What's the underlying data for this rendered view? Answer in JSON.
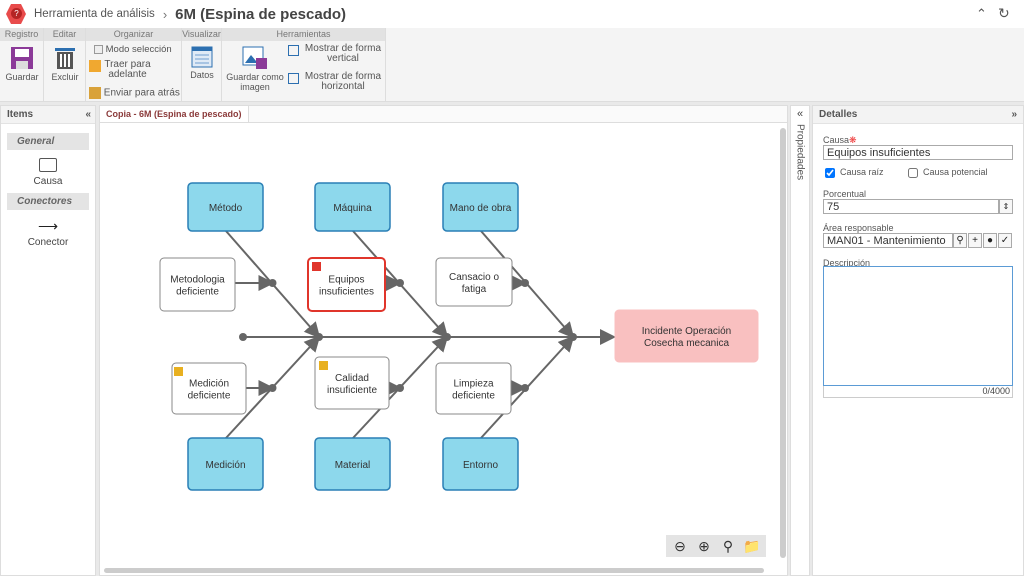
{
  "header": {
    "breadcrumb_parent": "Herramienta de análisis",
    "separator": "›",
    "title": "6M (Espina de pescado)",
    "collapse_icon": "double-chevron-up-icon",
    "refresh_icon": "refresh-icon"
  },
  "ribbon": {
    "groups": [
      "Registro",
      "Editar",
      "Organizar",
      "Visualizar",
      "Herramientas"
    ],
    "save": "Guardar",
    "delete": "Excluir",
    "selection_mode": "Modo selección",
    "bring_forward": "Traer para adelante",
    "send_back": "Enviar para atrás",
    "data": "Datos",
    "save_image": "Guardar como imagen",
    "show_vertical": "Mostrar de forma vertical",
    "show_horizontal": "Mostrar de forma horizontal"
  },
  "items_panel": {
    "title": "Items",
    "general": "General",
    "cause": "Causa",
    "connectors": "Conectores",
    "connector": "Conector"
  },
  "canvas": {
    "tab": "Copia - 6M (Espina de pescado)",
    "categories_top": [
      "Método",
      "Máquina",
      "Mano de obra"
    ],
    "categories_bottom": [
      "Medición",
      "Material",
      "Entorno"
    ],
    "causes_top": [
      "Metodologia deficiente",
      "Equipos insuficientes",
      "Cansacio o fatiga"
    ],
    "causes_bottom": [
      "Medición deficiente",
      "Calidad insuficiente",
      "Limpieza deficiente"
    ],
    "effect": "Incidente Operación Cosecha mecanica",
    "selected_cause": "Equipos insuficientes",
    "colors": {
      "category": "#8dd8ec",
      "category_border": "#2a7fb5",
      "effect": "#f9c0c0",
      "selected": "#e0352b"
    }
  },
  "properties_tab": "Propiedades",
  "details": {
    "title": "Detalles",
    "cause_label": "Causa",
    "cause_value": "Equipos insuficientes",
    "root_cause": "Causa raíz",
    "root_cause_checked": true,
    "potential_cause": "Causa potencial",
    "potential_cause_checked": false,
    "percent_label": "Porcentual",
    "percent_value": "75",
    "area_label": "Área responsable",
    "area_value": "MAN01 - Mantenimiento",
    "description_label": "Descripción",
    "description_value": "",
    "char_count": "0/4000"
  }
}
